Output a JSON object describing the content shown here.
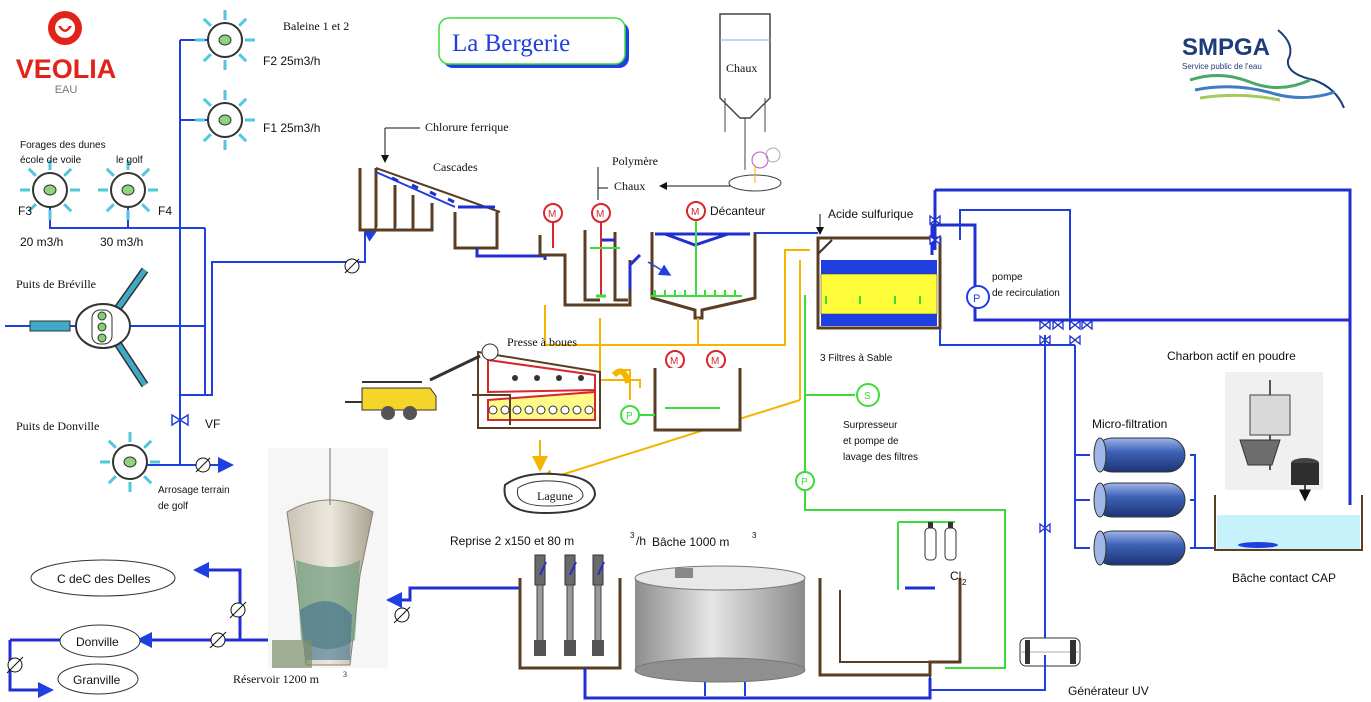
{
  "colors": {
    "pipe_blue": "#1f3fe0",
    "sludge_orange": "#f5b400",
    "wash_green": "#3ddc3d",
    "motor_red": "#d8262d",
    "veolia_red": "#e2231a",
    "smpga_blue": "#1d3c7a"
  },
  "logos": {
    "veolia": {
      "name": "VEOLIA",
      "sub": "EAU"
    },
    "smpga": {
      "name": "SMPGA",
      "sub": "Service public de l'eau"
    }
  },
  "title": "La Bergerie",
  "sources": {
    "baleine": "Baleine 1 et 2",
    "f2": "F2  25m3/h",
    "f1": "F1  25m3/h",
    "forages_l1": "Forages des dunes",
    "forages_l2": "école de voile",
    "golf": "le golf",
    "f3": "F3",
    "f4": "F4",
    "f3_flow": "20 m3/h",
    "f4_flow": "30 m3/h",
    "breville": "Puits de Bréville",
    "donville_puits": "Puits de Donville",
    "vf": "VF",
    "arrosage_l1": "Arrosage terrain",
    "arrosage_l2": "de golf"
  },
  "treatment": {
    "chlorure": "Chlorure ferrique",
    "cascades": "Cascades",
    "polymere": "Polymère",
    "chaux_feed": "Chaux",
    "chaux_silo": "Chaux",
    "decanteur": "Décanteur",
    "acide": "Acide sulfurique",
    "pompe_l1": "pompe",
    "pompe_l2": "de recirculation",
    "filtres": "3 Filtres à Sable",
    "presse": "Presse à boues",
    "surpresseur_l1": "Surpresseur",
    "surpresseur_l2": "et pompe de",
    "surpresseur_l3": "lavage des filtres",
    "lagune": "Lagune",
    "charbon": "Charbon actif en poudre",
    "micro": "Micro-filtration",
    "bache_cap": "Bâche contact CAP",
    "uv": "Générateur UV",
    "cl2": "Cl",
    "cl2_sub": "2",
    "m_label": "M",
    "p_label": "P",
    "s_label": "S"
  },
  "distribution": {
    "reprise": "Reprise 2 x150 et 80 m",
    "reprise_sup": "3",
    "reprise_unit": "/h",
    "bache": "Bâche 1000 m",
    "bache_sup": "3",
    "reservoir": "Réservoir 1200 m",
    "reservoir_sup": "3",
    "cdec": "C deC des Delles",
    "donville": "Donville",
    "granville": "Granville"
  }
}
